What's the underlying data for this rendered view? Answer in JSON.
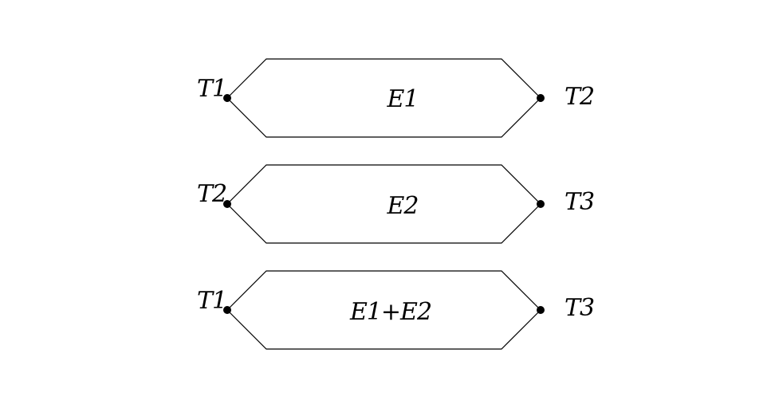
{
  "diagram": {
    "elements": [
      {
        "label": "E1",
        "left_terminal": "T1",
        "right_terminal": "T2"
      },
      {
        "label": "E2",
        "left_terminal": "T2",
        "right_terminal": "T3"
      },
      {
        "label": "E1+E2",
        "left_terminal": "T1",
        "right_terminal": "T3"
      }
    ]
  }
}
